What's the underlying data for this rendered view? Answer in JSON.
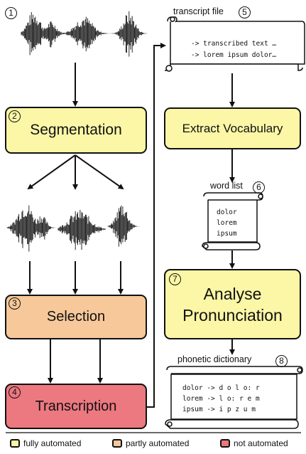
{
  "colors": {
    "fully": "#fbf7a6",
    "partly": "#f6c89a",
    "not": "#ec7880"
  },
  "steps": {
    "s1": {
      "num": "1"
    },
    "segmentation": {
      "num": "2",
      "label": "Segmentation"
    },
    "selection": {
      "num": "3",
      "label": "Selection"
    },
    "transcription": {
      "num": "4",
      "label": "Transcription"
    },
    "transcript_file": {
      "num": "5",
      "title": "transcript file",
      "lines": [
        "-> transcribed text …",
        "-> lorem ipsum dolor…"
      ]
    },
    "extract": {
      "label": "Extract Vocabulary"
    },
    "word_list": {
      "num": "6",
      "title": "word list",
      "lines": [
        "dolor",
        "lorem",
        "ipsum"
      ]
    },
    "analyse": {
      "num": "7",
      "label_line1": "Analyse",
      "label_line2": "Pronunciation"
    },
    "phonetic": {
      "num": "8",
      "title": "phonetic  dictionary",
      "lines": [
        "dolor -> d o l o: r",
        "lorem -> l o: r e m",
        "ipsum -> i p z u m"
      ]
    }
  },
  "legend": {
    "fully": "fully automated",
    "partly": "partly automated",
    "not": "not automated"
  }
}
